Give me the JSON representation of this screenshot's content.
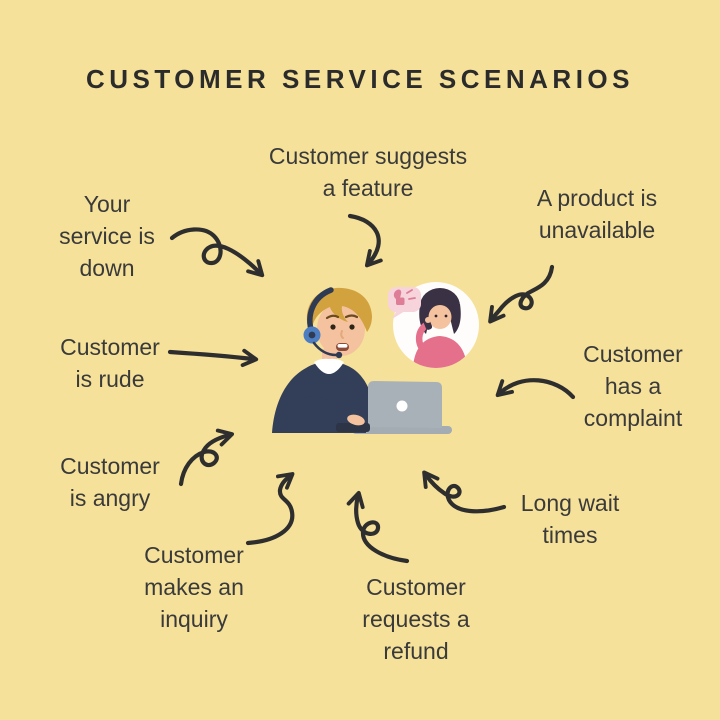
{
  "title": "CUSTOMER SERVICE SCENARIOS",
  "scenarios": [
    {
      "id": "suggests-feature",
      "label": "Customer suggests\na feature"
    },
    {
      "id": "service-down",
      "label": "Your\nservice is\ndown"
    },
    {
      "id": "product-unavailable",
      "label": "A product is\nunavailable"
    },
    {
      "id": "customer-rude",
      "label": "Customer\nis rude"
    },
    {
      "id": "customer-complaint",
      "label": "Customer\nhas a\ncomplaint"
    },
    {
      "id": "customer-angry",
      "label": "Customer\nis angry"
    },
    {
      "id": "long-wait-times",
      "label": "Long wait\ntimes"
    },
    {
      "id": "customer-inquiry",
      "label": "Customer\nmakes an\ninquiry"
    },
    {
      "id": "customer-refund",
      "label": "Customer\nrequests a\nrefund"
    }
  ],
  "illustration": {
    "center": "support-agent-with-headset-at-laptop",
    "bubble": "customer-talking-on-phone",
    "badge": "thumbs-up"
  },
  "colors": {
    "background": "#F5E199",
    "title_text": "#2B2B2B",
    "label_text": "#3A3A3A",
    "arrow": "#2E2E2E",
    "agent_hair": "#D2A23E",
    "agent_skin": "#F4C29E",
    "agent_sweater": "#333E58",
    "headset": "#2F3A53",
    "headset_earcup": "#4E7EC2",
    "laptop": "#A8B0B8",
    "laptop_base": "#A3ABB3",
    "laptop_logo": "#FFFFFF",
    "bubble_bg": "#FFFDFB",
    "woman_hair": "#3A3144",
    "woman_top": "#E4708C",
    "woman_skin": "#F4C29E",
    "speech_bubble": "#F7D3DC",
    "thumb": "#DD7D96",
    "collar": "#FFFFFF",
    "mouth": "#8C4B38"
  }
}
